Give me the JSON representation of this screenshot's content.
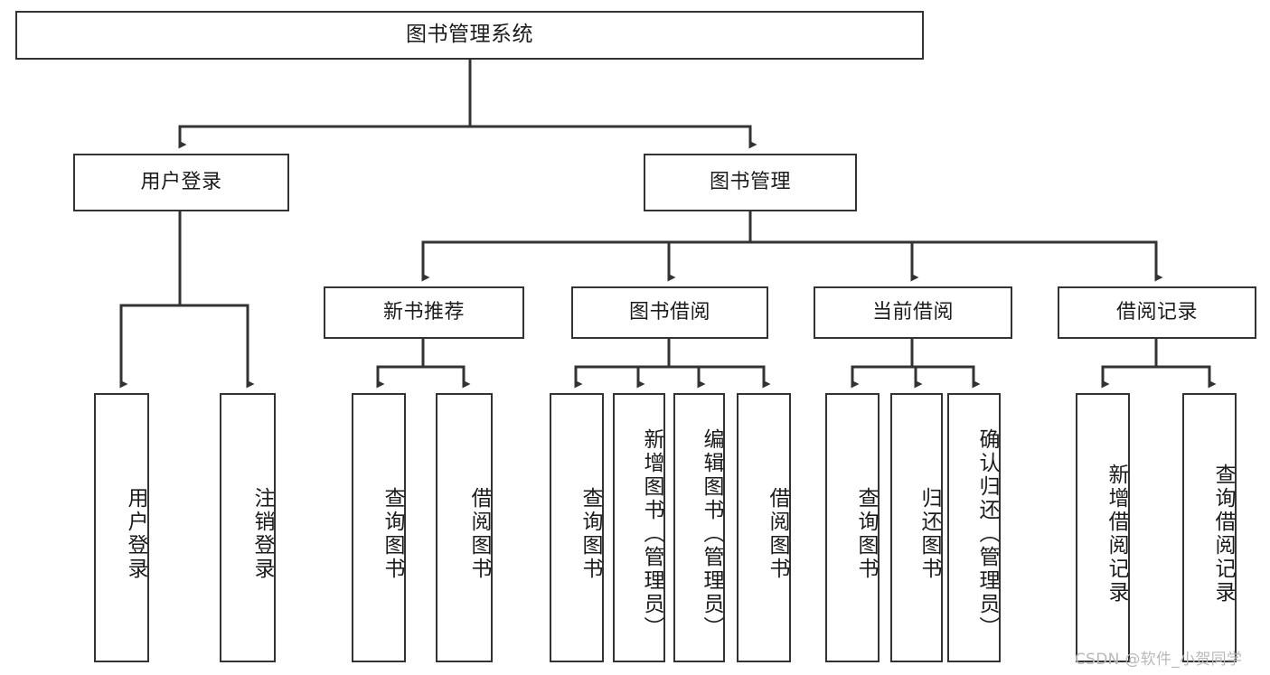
{
  "diagram": {
    "title": "图书管理系统",
    "type": "tree-hierarchy-chart",
    "orientation": "top-down",
    "stroke_color": "#333333",
    "fill_color": "#ffffff",
    "background_color": "#ffffff"
  },
  "nodes": {
    "root": {
      "label": "图书管理系统",
      "level": 0
    },
    "level1": [
      {
        "id": "user-login",
        "label": "用户登录"
      },
      {
        "id": "book-manage",
        "label": "图书管理"
      }
    ],
    "level2": [
      {
        "id": "new-book-recommend",
        "label": "新书推荐",
        "parent": "book-manage"
      },
      {
        "id": "book-borrow",
        "label": "图书借阅",
        "parent": "book-manage"
      },
      {
        "id": "current-borrow",
        "label": "当前借阅",
        "parent": "book-manage"
      },
      {
        "id": "borrow-record",
        "label": "借阅记录",
        "parent": "book-manage"
      }
    ],
    "leaves": [
      {
        "id": "leaf-user-login",
        "label": "用户登录",
        "parent": "user-login"
      },
      {
        "id": "leaf-user-logout",
        "label": "注销登录",
        "parent": "user-login"
      },
      {
        "id": "leaf-query-book-1",
        "label": "查询图书",
        "parent": "new-book-recommend"
      },
      {
        "id": "leaf-borrow-book-1",
        "label": "借阅图书",
        "parent": "new-book-recommend"
      },
      {
        "id": "leaf-query-book-2",
        "label": "查询图书",
        "parent": "book-borrow"
      },
      {
        "id": "leaf-add-book",
        "label": "新增图书（管理员）",
        "parent": "book-borrow"
      },
      {
        "id": "leaf-edit-book",
        "label": "编辑图书（管理员）",
        "parent": "book-borrow"
      },
      {
        "id": "leaf-borrow-book-2",
        "label": "借阅图书",
        "parent": "book-borrow"
      },
      {
        "id": "leaf-query-book-3",
        "label": "查询图书",
        "parent": "current-borrow"
      },
      {
        "id": "leaf-return-book",
        "label": "归还图书",
        "parent": "current-borrow"
      },
      {
        "id": "leaf-confirm-return",
        "label": "确认归还（管理员）",
        "parent": "current-borrow"
      },
      {
        "id": "leaf-add-record",
        "label": "新增借阅记录",
        "parent": "borrow-record"
      },
      {
        "id": "leaf-query-record",
        "label": "查询借阅记录",
        "parent": "borrow-record"
      }
    ]
  },
  "watermark": {
    "text": "CSDN @软件_小贺同学"
  }
}
